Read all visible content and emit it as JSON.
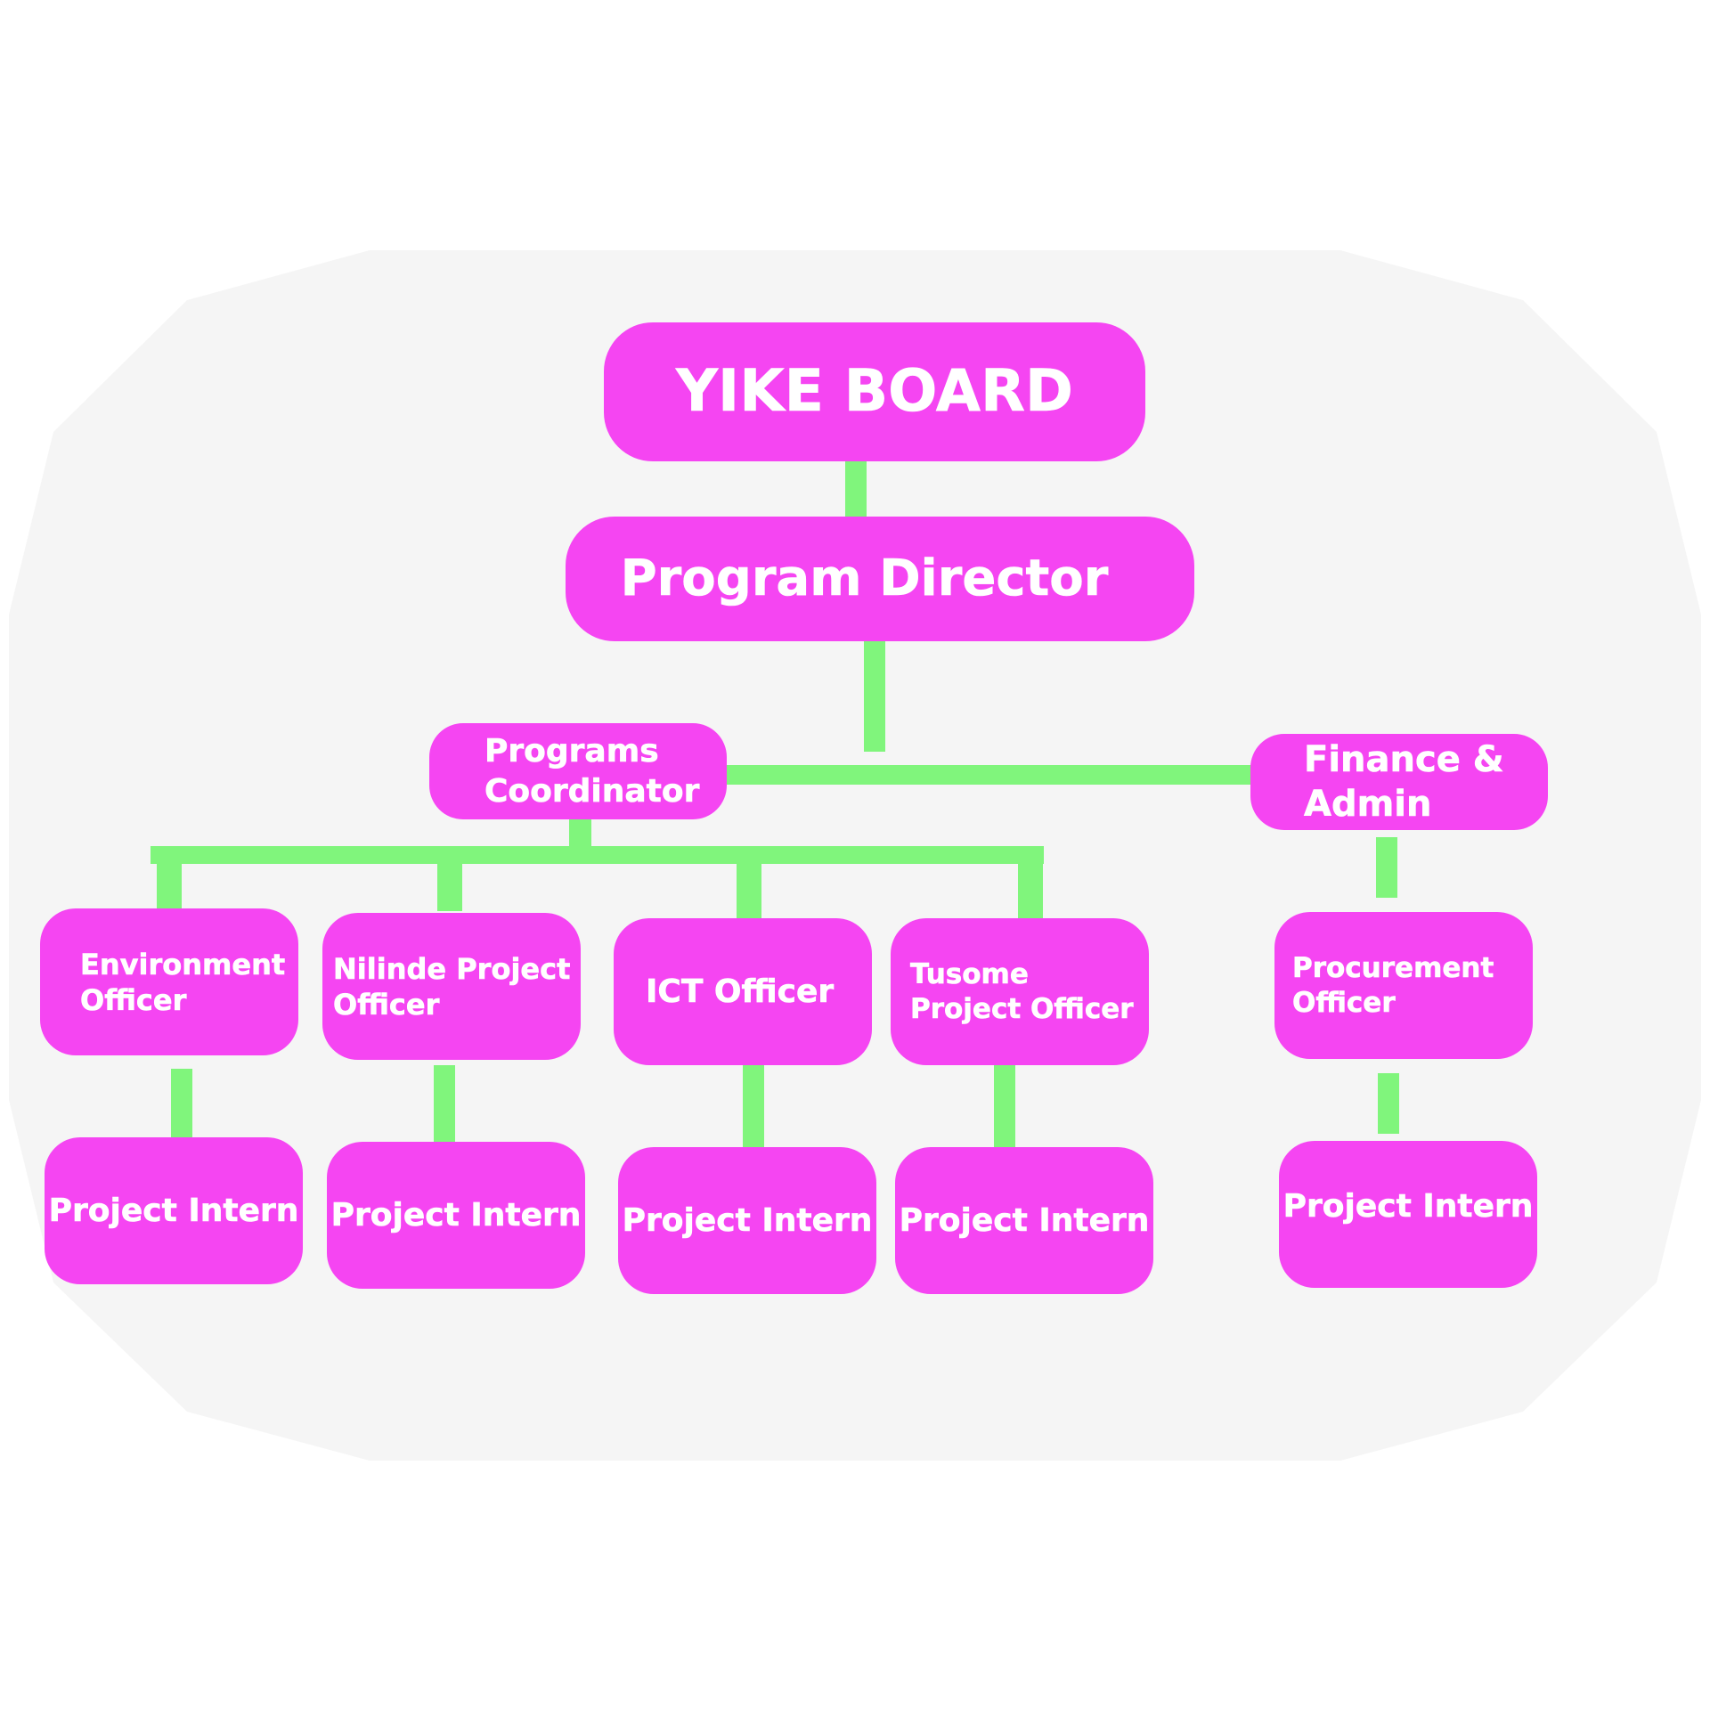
{
  "colors": {
    "node_fill": "#f545f2",
    "node_text": "#ffffff",
    "connector": "#80f57c",
    "backdrop": "#f5f5f5"
  },
  "chart": {
    "board": "YIKE BOARD",
    "director": "Program Director",
    "programs_coordinator": "Programs Coordinator",
    "finance_admin": "Finance & Admin",
    "officers": [
      "Environment Officer",
      "Nilinde Project Officer",
      "ICT Officer",
      "Tusome Project Officer",
      "Procurement Officer"
    ],
    "interns": [
      "Project Intern",
      "Project Intern",
      "Project Intern",
      "Project Intern",
      "Project Intern"
    ]
  }
}
